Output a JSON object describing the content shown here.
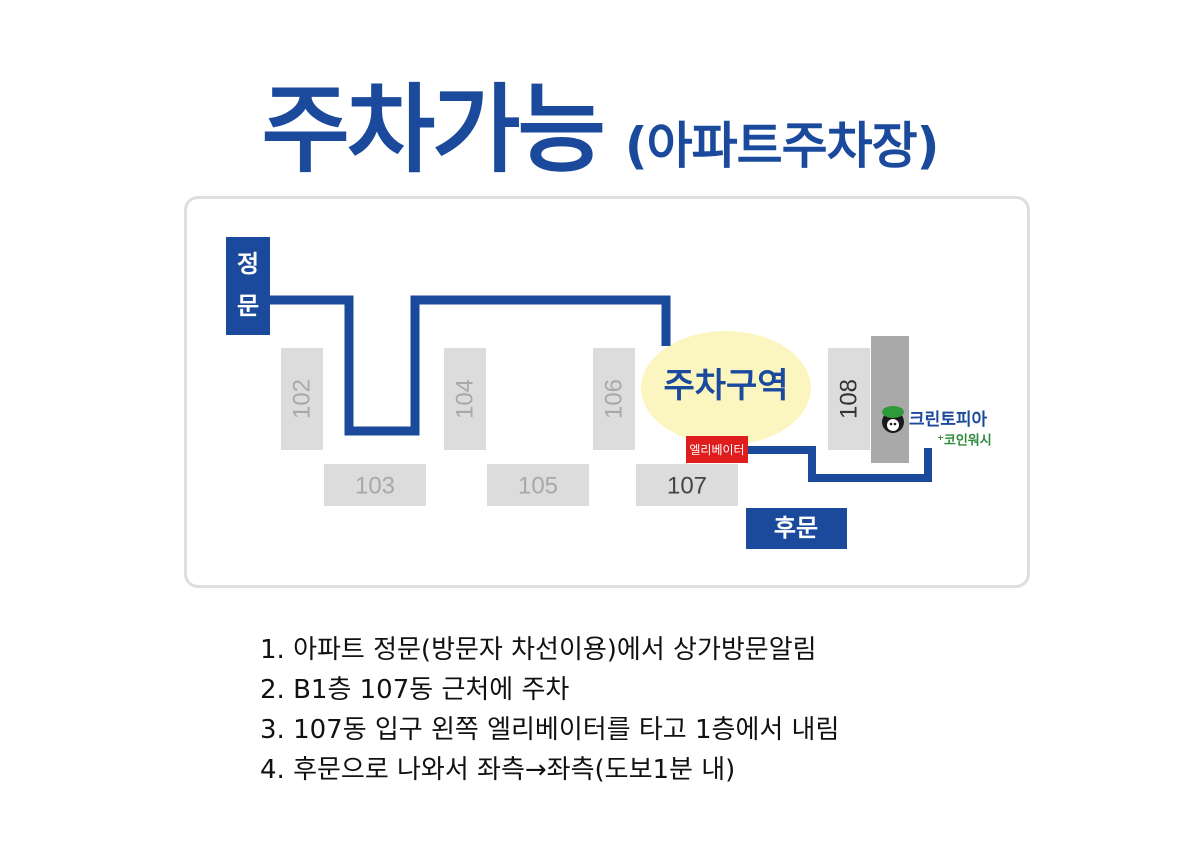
{
  "title": {
    "main": "주차가능",
    "sub": "(아파트주차장)"
  },
  "map": {
    "colors": {
      "route": "#1b4a9c",
      "building": "#dcdcdc",
      "building_text": "#a8a8a8",
      "zone_fill": "#fbf5bf",
      "elevator": "#e01d1d",
      "dark_building": "#a9a9a9"
    },
    "main_gate": [
      "정",
      "문"
    ],
    "back_gate": "후문",
    "buildings": {
      "b102": "102",
      "b103": "103",
      "b104": "104",
      "b105": "105",
      "b106": "106",
      "b107": "107",
      "b108": "108"
    },
    "parking_zone": "주차구역",
    "elevator": "엘리베이터",
    "shop": {
      "name": "크린토피아",
      "sub": "⁺코인워시",
      "icon": "mascot-icon"
    }
  },
  "instructions": [
    "1. 아파트 정문(방문자 차선이용)에서 상가방문알림",
    "2. B1층 107동 근처에 주차",
    "3. 107동 입구 왼쪽 엘리베이터를 타고 1층에서 내림",
    "4. 후문으로 나와서 좌측→좌측(도보1분 내)"
  ]
}
